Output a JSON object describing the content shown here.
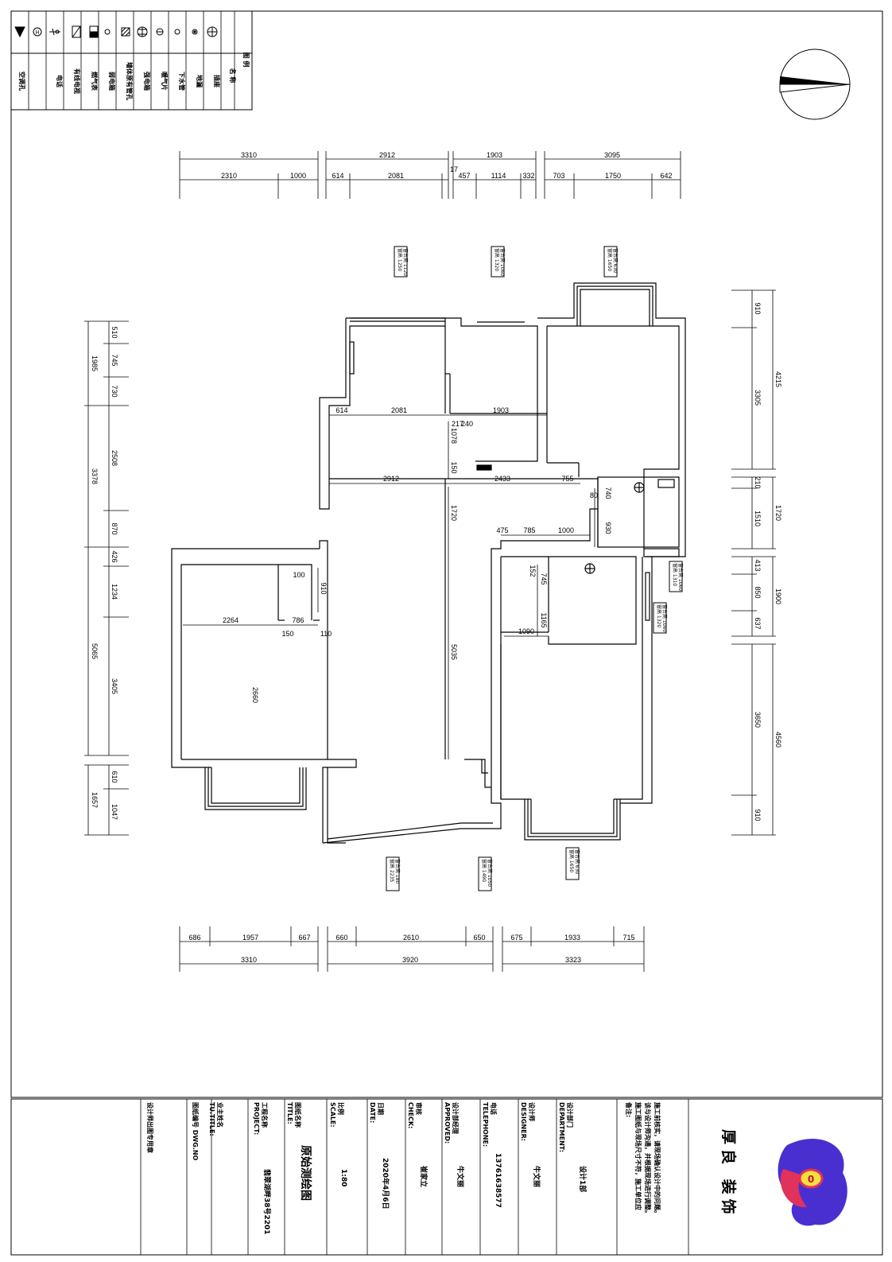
{
  "legend": {
    "header": {
      "col_a": "名 称",
      "col_b": "图 例"
    },
    "rows": [
      {
        "name": "插座",
        "symbol": "plug"
      },
      {
        "name": "地漏",
        "symbol": "drain"
      },
      {
        "name": "下水管",
        "symbol": "pipe"
      },
      {
        "name": "暖气片",
        "symbol": "heater"
      },
      {
        "name": "强电箱",
        "symbol": "panel"
      },
      {
        "name": "墙体原有管孔",
        "symbol": "hatch"
      },
      {
        "name": "弱电箱",
        "symbol": "weakbox"
      },
      {
        "name": "燃气表",
        "symbol": "gas"
      },
      {
        "name": "有线电视",
        "symbol": "tv"
      },
      {
        "name": "电话",
        "symbol": "phone"
      },
      {
        "name": "空调孔",
        "symbol": "ac"
      }
    ]
  },
  "dimensions": {
    "top_total": [
      "3310",
      "2912",
      "1903",
      "3095"
    ],
    "top_detail": [
      "2310",
      "1000",
      "614",
      "2081",
      "17",
      "457",
      "1114",
      "332",
      "703",
      "1750",
      "642"
    ],
    "bottom_detail": [
      "686",
      "1957",
      "667",
      "660",
      "2610",
      "650",
      "675",
      "1933",
      "715"
    ],
    "bottom_total": [
      "3310",
      "3920",
      "3323"
    ],
    "left_total": [
      "1985",
      "3378",
      "5065",
      "1657"
    ],
    "left_detail": [
      "510",
      "745",
      "730",
      "2508",
      "870",
      "426",
      "1234",
      "3405",
      "610",
      "1047"
    ],
    "right_total": [
      "4215",
      "1720",
      "1900",
      "4560"
    ],
    "right_detail": [
      "910",
      "3305",
      "210",
      "1510",
      "413",
      "850",
      "637",
      "3650",
      "910"
    ],
    "interior": {
      "a614": "614",
      "a2081": "2081",
      "a1903": "1903",
      "a2912": "2912",
      "a2433": "2433",
      "a755": "755",
      "a217": "217",
      "a240": "240",
      "a1078": "1078",
      "a150": "150",
      "a1720": "1720",
      "a5035": "5035",
      "a80": "80",
      "a740": "740",
      "a930": "930",
      "a475": "475",
      "a785": "785",
      "a1000": "1000",
      "a152": "152",
      "a745": "745",
      "a1165": "1165",
      "a1090": "1090",
      "a1008": "100",
      "a910": "910",
      "a2264": "2264",
      "a786": "786",
      "a150b": "150",
      "a110": "110",
      "a2660": "2660"
    }
  },
  "window_tags": [
    {
      "line1": "窗高 1250",
      "line2": "窗台高 1120"
    },
    {
      "line1": "窗高 1320",
      "line2": "窗台高 1060"
    },
    {
      "line1": "窗高 1650",
      "line2": "窗台高 630"
    },
    {
      "line1": "窗高 1310",
      "line2": "窗台高 1060"
    },
    {
      "line1": "窗高 1320",
      "line2": "窗台高 1060"
    },
    {
      "line1": "窗高 2235",
      "line2": "窗台高 180"
    },
    {
      "line1": "窗高 1490",
      "line2": "窗台高 1050"
    },
    {
      "line1": "窗高 1650",
      "line2": "窗台高 630"
    }
  ],
  "title_block": {
    "notes_label": "备注:",
    "notes": [
      "施工图纸与现场尺寸不符，施工单位应",
      "该与设计师沟通，并根据现场进行调整。",
      "施工前核实，请现场确认设计中的问题。"
    ],
    "department_label": "设计部门",
    "department_en": "DEPARTMENT:",
    "department_value": "设计1部",
    "designer_label": "设计师",
    "designer_en": "DESIGNER:",
    "designer_value": "牛文丽",
    "telephone_label": "电话",
    "telephone_en": "TELEPHONE:",
    "telephone_value": "13761638577",
    "approved_label": "设计部经理",
    "approved_en": "APPROVED:",
    "approved_value": "牛文丽",
    "check_label": "审核",
    "check_en": "CHECK:",
    "check_value": "崔家立",
    "date_label": "日期",
    "date_en": "DATE:",
    "date_value": "2020年4月6日",
    "scale_label": "比例",
    "scale_en": "SCALE:",
    "scale_value": "1:80",
    "title_label": "图纸名称",
    "title_en": "TITLE:",
    "title_value": "原始测绘图",
    "project_label": "工程名称",
    "project_en": "PROJECT:",
    "project_value": "翡翠湖畔38号2201",
    "tutitle_label": "业主姓名",
    "tutitle_en": "TU.TITLE:",
    "drawing_no_label": "图纸编号 DWG.NO",
    "stamp_label": "设计师出图专用章",
    "brand_name": "厚良 装饰"
  },
  "colors": {
    "line": "#000000",
    "logo_purple": "#4a2fd0",
    "logo_pink": "#e0325a",
    "logo_yellow": "#f4e03c"
  }
}
